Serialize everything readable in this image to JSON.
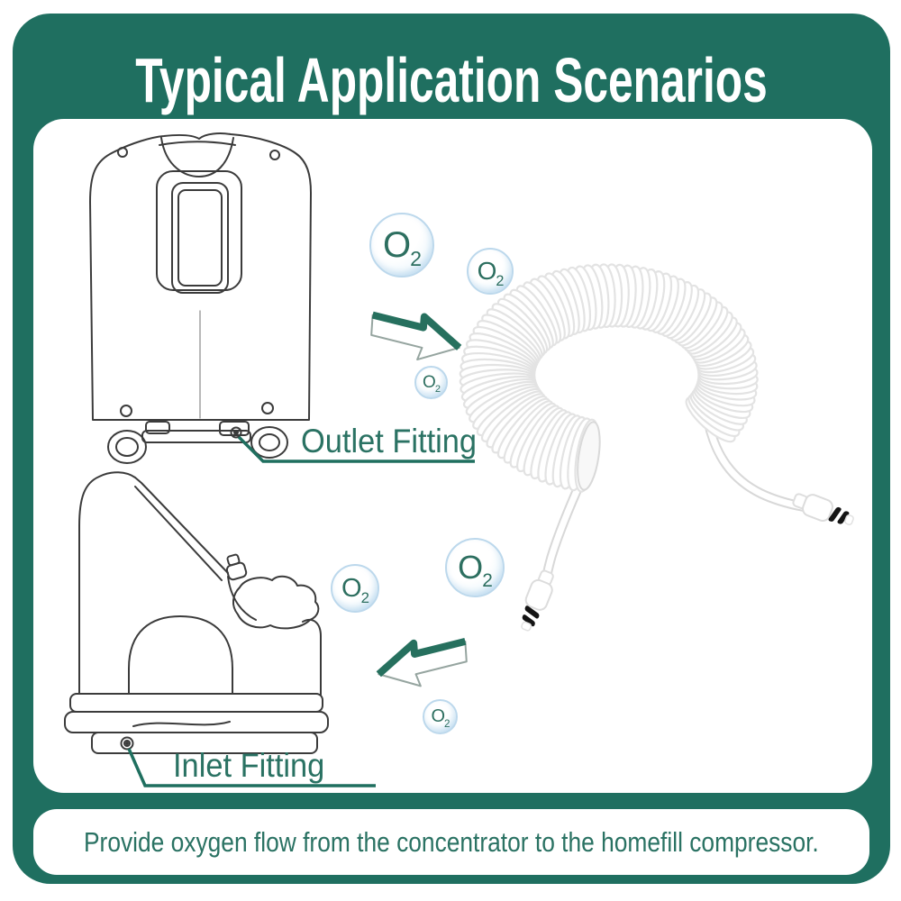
{
  "header": {
    "title": "Typical Application Scenarios"
  },
  "footer": {
    "caption": "Provide oxygen flow from the concentrator to the homefill compressor."
  },
  "annotations": {
    "outlet_label": "Outlet Fitting",
    "inlet_label": "Inlet Fitting"
  },
  "molecule": {
    "symbol": "O",
    "subscript": "2"
  },
  "colors": {
    "frame_green": "#1f6f60",
    "text_green": "#2a7263",
    "arrow_green": "#26705e",
    "bubble_border_blue": "#bcd8ec",
    "lineart_dark": "#3b3b3b",
    "tube_gray": "#e3e3e3"
  },
  "icons": {
    "flow_arrow_right": "block-arrow-right",
    "flow_arrow_left": "block-arrow-left",
    "oxygen_bubble": "o2-bubble"
  },
  "illustrations": {
    "concentrator": "oxygen concentrator line drawing",
    "compressor": "homefill compressor line drawing",
    "tubing": "coiled oxygen tubing with connectors"
  }
}
